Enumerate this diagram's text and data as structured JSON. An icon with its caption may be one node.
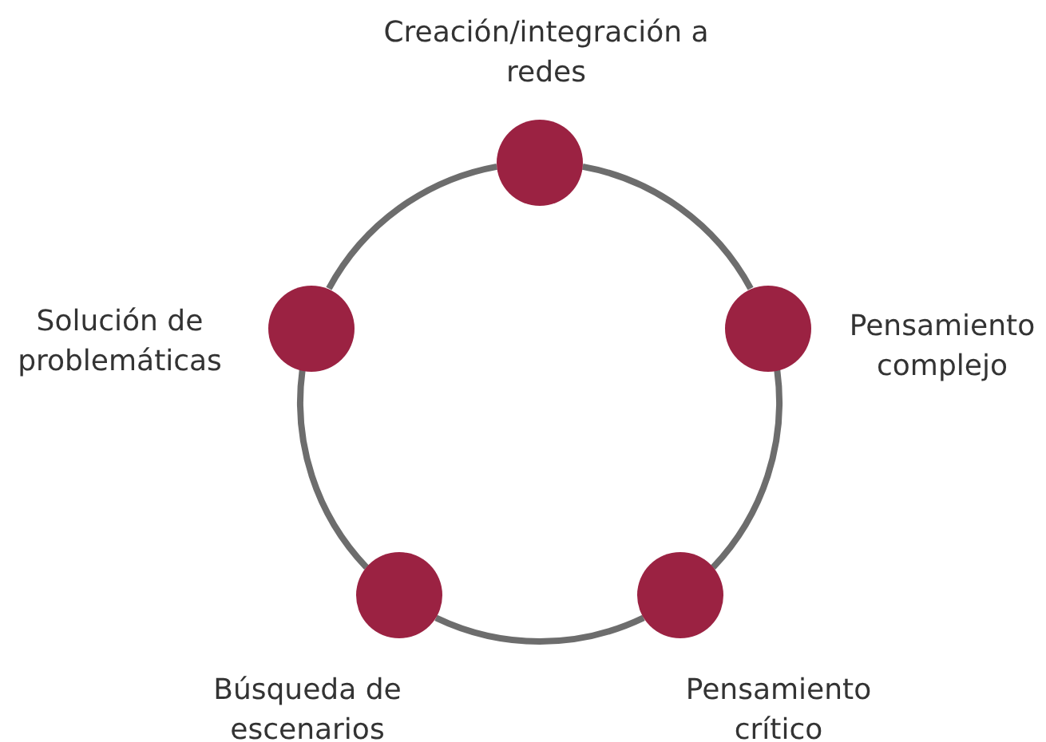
{
  "diagram": {
    "nodes": [
      {
        "text": [],
        "shape": "circle",
        "beside": [
          "Creación/integración a redes"
        ]
      },
      {
        "text": [],
        "shape": "circle",
        "beside": [
          "Pensamiento complejo"
        ]
      },
      {
        "text": [],
        "shape": "circle",
        "beside": [
          "Pensamiento crítico"
        ]
      },
      {
        "text": [],
        "shape": "circle",
        "beside": [
          "Búsqueda de escenarios"
        ]
      },
      {
        "text": [],
        "shape": "circle",
        "beside": [
          "Solución de problemáticas"
        ]
      }
    ],
    "edges": [
      {
        "from": 0,
        "to": 1,
        "arrow": "none"
      },
      {
        "from": 1,
        "to": 2,
        "arrow": "none"
      },
      {
        "from": 2,
        "to": 3,
        "arrow": "none"
      },
      {
        "from": 3,
        "to": 4,
        "arrow": "none"
      },
      {
        "from": 4,
        "to": 0,
        "arrow": "none"
      }
    ]
  }
}
